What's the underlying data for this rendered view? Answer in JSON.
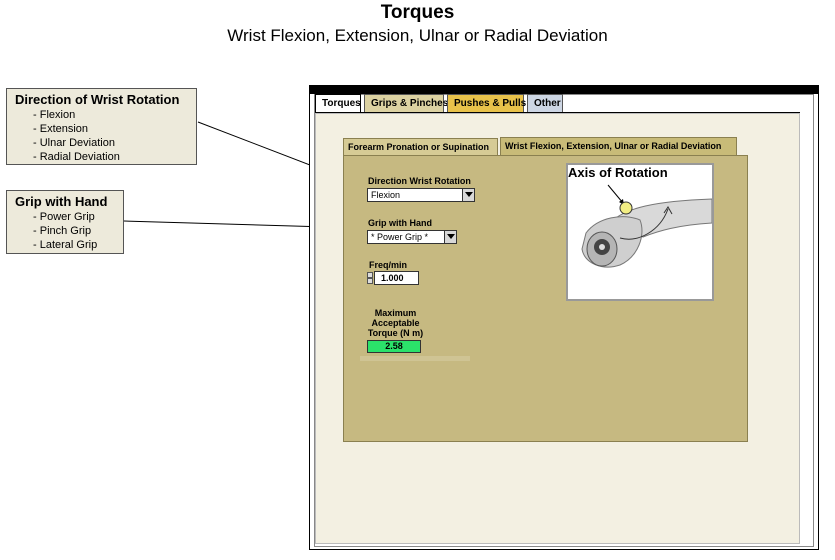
{
  "header": {
    "title": "Torques",
    "subtitle": "Wrist Flexion, Extension, Ulnar or Radial Deviation"
  },
  "callouts": {
    "rotation": {
      "title": "Direction of Wrist Rotation",
      "items": [
        "Flexion",
        "Extension",
        "Ulnar Deviation",
        "Radial Deviation"
      ]
    },
    "grip": {
      "title": "Grip with Hand",
      "items": [
        "Power Grip",
        "Pinch Grip",
        "Lateral Grip"
      ]
    }
  },
  "tabs": [
    {
      "label": "Torques",
      "active": true
    },
    {
      "label": "Grips & Pinches",
      "active": false
    },
    {
      "label": "Pushes & Pulls",
      "active": false
    },
    {
      "label": "Other",
      "active": false
    }
  ],
  "subtabs": [
    {
      "label": "Forearm Pronation or Supination",
      "active": false
    },
    {
      "label": "Wrist Flexion, Extension, Ulnar or Radial Deviation",
      "active": true
    }
  ],
  "form": {
    "direction_label": "Direction Wrist Rotation",
    "direction_value": "Flexion",
    "grip_label": "Grip with Hand",
    "grip_value": "* Power Grip *",
    "freq_label": "Freq/min",
    "freq_value": "1.000",
    "max_label": "Maximum Acceptable Torque (N m)",
    "max_value": "2.58"
  },
  "image": {
    "axis_label": "Axis of Rotation"
  },
  "colors": {
    "panel": "#c6b981",
    "output": "#2be26a",
    "axis_marker": "#f2ee84"
  }
}
